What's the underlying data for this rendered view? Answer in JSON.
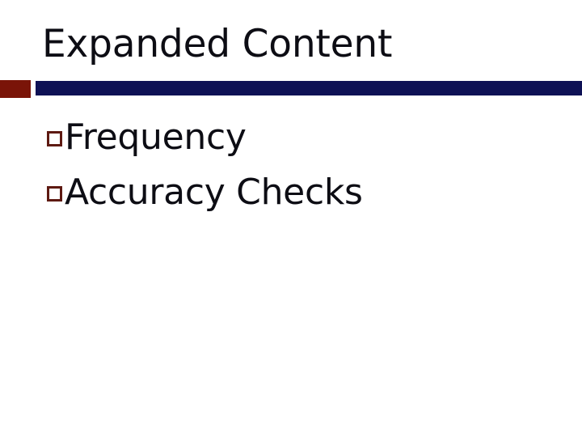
{
  "slide": {
    "title": "Expanded Content",
    "background_color": "#ffffff",
    "title_color": "#0d0d14",
    "accent_block_color": "#7a1408",
    "divider_bar_color": "#0e1155",
    "bullet_marker_color": "#5e1a12",
    "bullet_marker_glyph": "hollow-square",
    "body": {
      "bullets": [
        {
          "label": "Frequency"
        },
        {
          "label": "Accuracy Checks"
        }
      ]
    }
  }
}
